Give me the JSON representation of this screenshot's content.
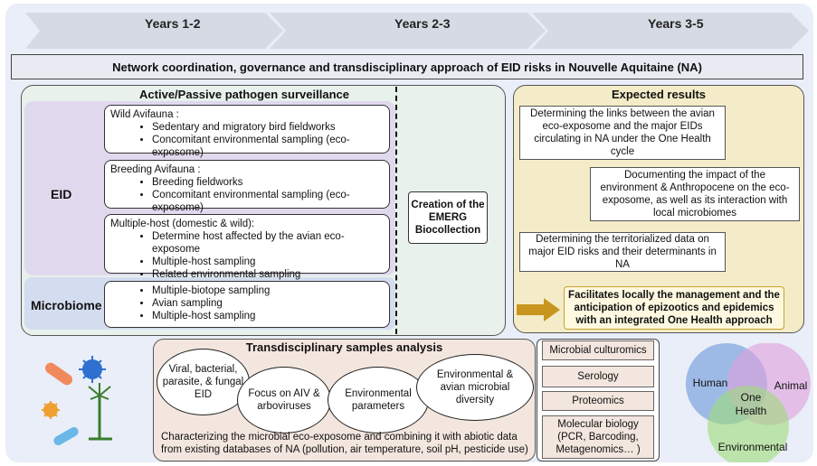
{
  "timeline": {
    "year1": "Years 1-2",
    "year2": "Years 2-3",
    "year3": "Years 3-5"
  },
  "network": "Network coordination, governance and transdisciplinary approach of EID risks in Nouvelle Aquitaine (NA)",
  "surveillance": {
    "title": "Active/Passive pathogen surveillance",
    "eid_label": "EID",
    "microbiome_label": "Microbiome",
    "wild": {
      "head": "Wild Avifauna :",
      "items": [
        "Sedentary and migratory bird fieldworks",
        "Concomitant environmental sampling (eco-exposome)"
      ]
    },
    "breeding": {
      "head": "Breeding Avifauna :",
      "items": [
        "Breeding fieldworks",
        "Concomitant environmental sampling (eco-exposome)"
      ]
    },
    "multihost": {
      "head": "Multiple-host (domestic & wild):",
      "items": [
        "Determine host affected by the avian eco-exposome",
        "Multiple-host sampling",
        "Related environmental sampling"
      ]
    },
    "microbiome": {
      "items": [
        "Multiple-biotope sampling",
        "Avian sampling",
        "Multiple-host sampling"
      ]
    },
    "creation": "Creation of the EMERG Biocollection"
  },
  "expected": {
    "title": "Expected results",
    "r1": "Determining the links between the avian eco-exposome and the major EIDs circulating in NA under the One Health cycle",
    "r2": "Documenting the impact of the environment & Anthropocene on the eco-exposome, as well as its interaction with local microbiomes",
    "r3": "Determining the territorialized data on major EID risks and their determinants in NA",
    "facilitates": "Facilitates locally the management and the anticipation of epizootics and epidemics with an integrated One Health approach"
  },
  "transdisciplinary": {
    "title": "Transdisciplinary samples analysis",
    "ellipses": [
      "Viral, bacterial, parasite, & fungal EID",
      "Focus on AIV & arboviruses",
      "Environmental parameters",
      "Environmental & avian microbial diversity"
    ],
    "text": "Characterizing the microbial eco-exposome and combining it with abiotic data from existing databases of NA (pollution, air temperature, soil pH, pesticide use)"
  },
  "techniques": [
    "Microbial culturomics",
    "Serology",
    "Proteomics",
    "Molecular biology (PCR, Barcoding, Metagenomics… )"
  ],
  "venn": {
    "human": "Human",
    "animal": "Animal",
    "environmental": "Environmental",
    "center": "One Health"
  },
  "colors": {
    "eid": "#e0d9ee",
    "microbiome": "#d4ddf0",
    "surveillance": "#e8f1ec",
    "expected": "#f4ecc8",
    "arrow": "#c8961e",
    "analysis": "#f3e6de"
  }
}
